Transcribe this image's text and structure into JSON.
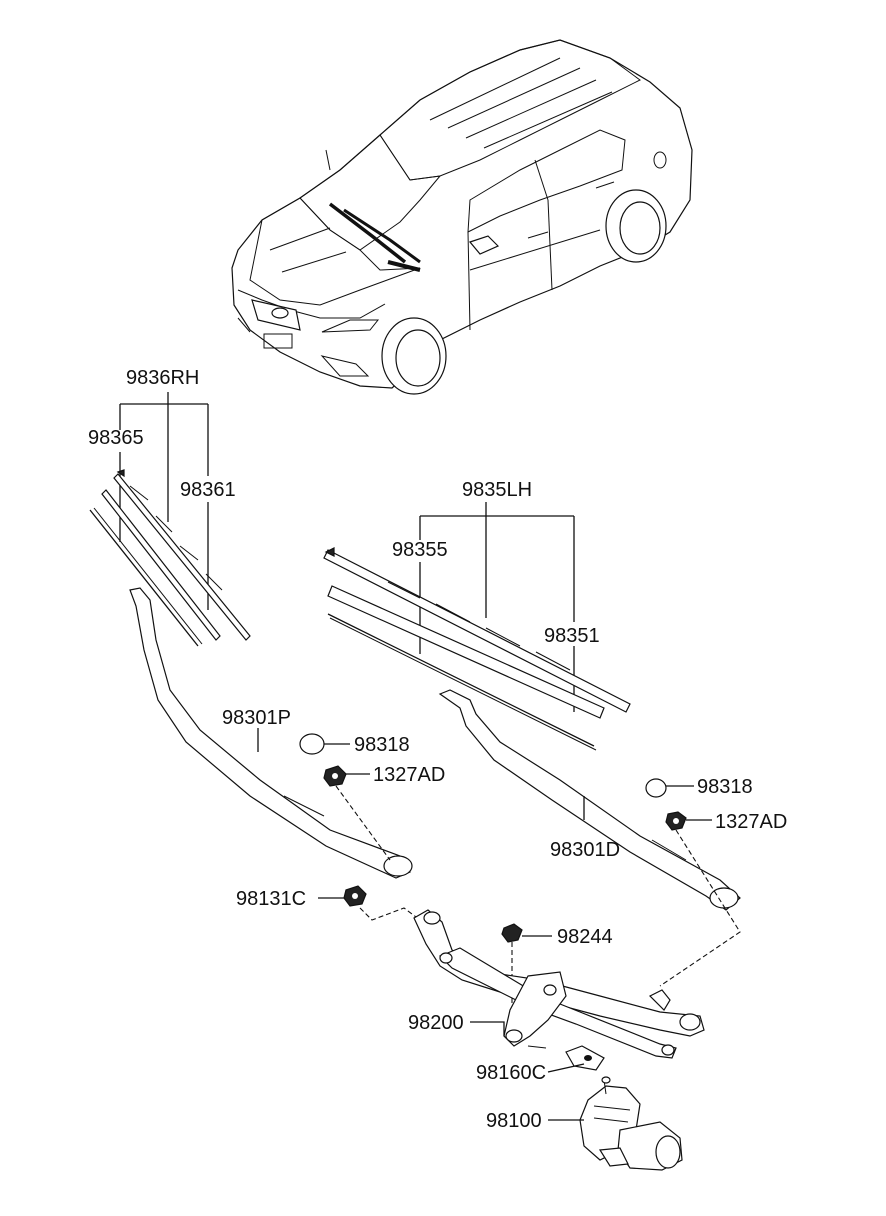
{
  "callouts": {
    "rh_assembly": "9836RH",
    "rh_refill": "98365",
    "rh_blade": "98361",
    "lh_assembly": "9835LH",
    "lh_refill": "98355",
    "lh_blade": "98351",
    "arm_passenger": "98301P",
    "arm_driver": "98301D",
    "cap_rh": "98318",
    "nut_rh": "1327AD",
    "cap_lh": "98318",
    "nut_lh": "1327AD",
    "pivot_nut": "98131C",
    "bolt": "98244",
    "linkage": "98200",
    "bracket": "98160C",
    "motor": "98100"
  }
}
